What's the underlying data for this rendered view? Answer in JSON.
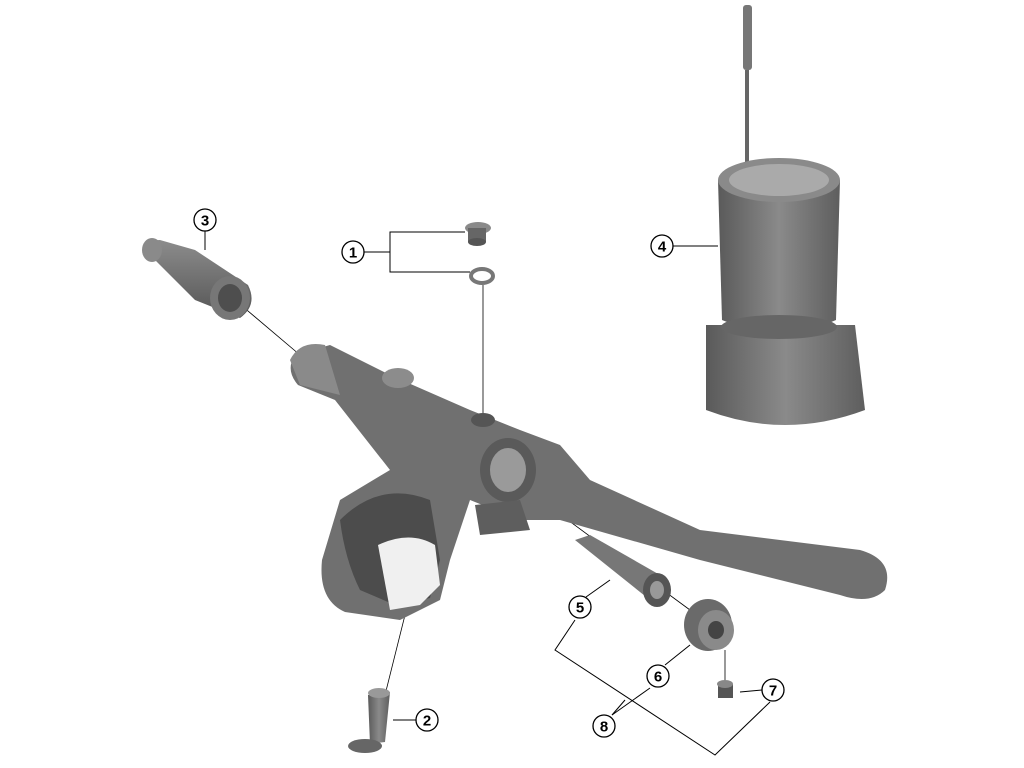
{
  "diagram": {
    "type": "exploded-parts-diagram",
    "colors": {
      "part": "#6e6e6e",
      "part_dark": "#4a4a4a",
      "part_light": "#9a9a9a",
      "leader": "#000000"
    },
    "callouts": [
      {
        "id": "1",
        "label": "1"
      },
      {
        "id": "2",
        "label": "2"
      },
      {
        "id": "3",
        "label": "3"
      },
      {
        "id": "4",
        "label": "4"
      },
      {
        "id": "5",
        "label": "5"
      },
      {
        "id": "6",
        "label": "6"
      },
      {
        "id": "7",
        "label": "7"
      },
      {
        "id": "8",
        "label": "8"
      }
    ]
  }
}
